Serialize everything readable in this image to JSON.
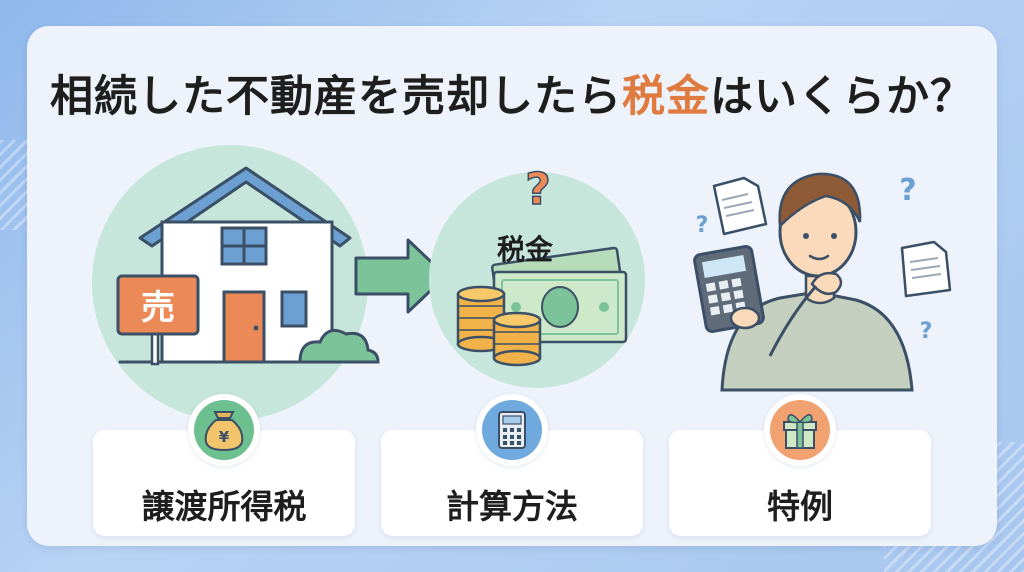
{
  "title": {
    "before": "相続した不動産を売却したら",
    "accent": "税金",
    "after": "はいくらか？"
  },
  "scene": {
    "sign_text": "売",
    "tax_label": "税金"
  },
  "labels": [
    {
      "text": "譲渡所得税",
      "icon": "money-bag-icon",
      "icon_color": "#6cbf8f"
    },
    {
      "text": "計算方法",
      "icon": "calculator-icon",
      "icon_color": "#6fa9de"
    },
    {
      "text": "特例",
      "icon": "gift-icon",
      "icon_color": "#f2a170"
    }
  ],
  "colors": {
    "accent": "#e07b3f",
    "green": "#7cc39a",
    "orange": "#ec8a57"
  }
}
